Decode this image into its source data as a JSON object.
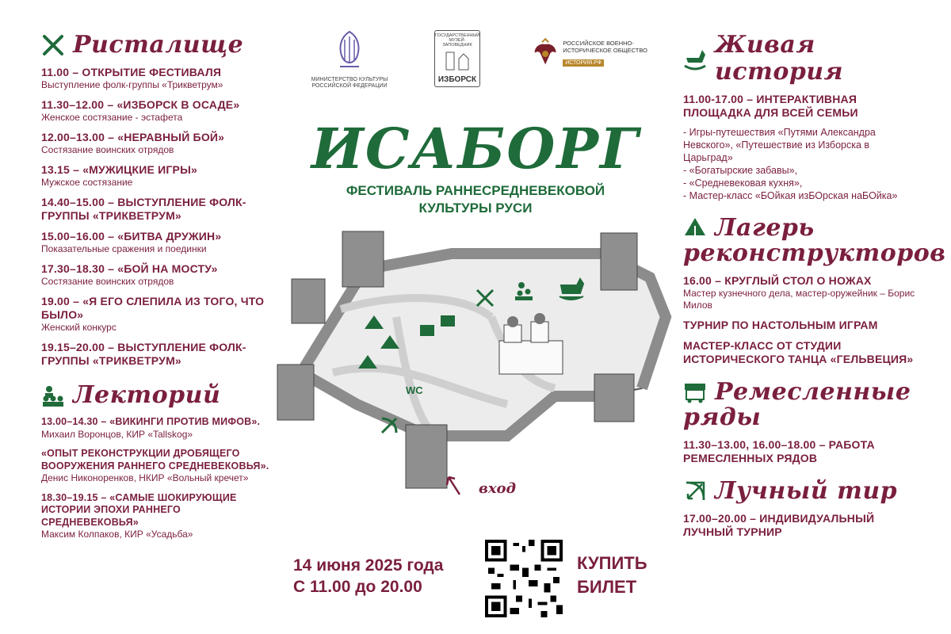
{
  "colors": {
    "maroon": "#7a1f3d",
    "green": "#1f6b3a",
    "stone": "#8c8c8c"
  },
  "left": {
    "ristalishche": {
      "title": "Ристалище",
      "icon": "crossed-swords-icon",
      "events": [
        {
          "h": "11.00 – ОТКРЫТИЕ ФЕСТИВАЛЯ",
          "s": "Выступление фолк-группы «Трикветрум»"
        },
        {
          "h": "11.30–12.00 – «ИЗБОРСК В ОСАДЕ»",
          "s": "Женское состязание - эстафета"
        },
        {
          "h": "12.00–13.00 – «НЕРАВНЫЙ БОЙ»",
          "s": "Состязание воинских отрядов"
        },
        {
          "h": "13.15 – «МУЖИЦКИЕ ИГРЫ»",
          "s": "Мужское состязание"
        },
        {
          "h": "14.40–15.00 – ВЫСТУПЛЕНИЕ ФОЛК-ГРУППЫ «ТРИКВЕТРУМ»",
          "s": ""
        },
        {
          "h": "15.00–16.00 – «БИТВА ДРУЖИН»",
          "s": "Показательные сражения и поединки"
        },
        {
          "h": "17.30–18.30 – «БОЙ НА МОСТУ»",
          "s": "Состязание воинских отрядов"
        },
        {
          "h": "19.00 – «Я ЕГО СЛЕПИЛА ИЗ ТОГО, ЧТО БЫЛО»",
          "s": "Женский конкурс"
        },
        {
          "h": "19.15–20.00 – ВЫСТУПЛЕНИЕ ФОЛК-ГРУППЫ «ТРИКВЕТРУМ»",
          "s": ""
        }
      ]
    },
    "lektoriy": {
      "title": "Лекторий",
      "icon": "audience-icon",
      "events": [
        {
          "h": "13.00–14.30 – «ВИКИНГИ ПРОТИВ МИФОВ».",
          "s": " Михаил Воронцов,  КИР «Tallskog»"
        },
        {
          "h": "«ОПЫТ РЕКОНСТРУКЦИИ ДРОБЯЩЕГО ВООРУЖЕНИЯ РАННЕГО СРЕДНЕВЕКОВЬЯ».",
          "s": " Денис Никоноренков, НКИР «Вольный кречет»"
        },
        {
          "h": "18.30–19.15 – «САМЫЕ ШОКИРУЮЩИЕ ИСТОРИИ ЭПОХИ РАННЕГО СРЕДНЕВЕКОВЬЯ»",
          "s": " Максим Колпаков, КИР «Усадьба»"
        }
      ]
    }
  },
  "right": {
    "zhivaya": {
      "title": "Живая история",
      "icon": "rocking-horse-icon",
      "main": "11.00-17.00 – ИНТЕРАКТИВНАЯ ПЛОЩАДКА ДЛЯ ВСЕЙ СЕМЬИ",
      "list": [
        "- Игры-путешествия «Путями Александра Невского», «Путешествие из Изборска в Царьград»",
        "- «Богатырские забавы»,",
        "- «Средневековая кухня»,",
        "- Мастер-класс «БОйкая изБОрская наБОйка»"
      ]
    },
    "lager": {
      "title1": "Лагерь",
      "title2": "реконструкторов",
      "icon": "tent-icon",
      "ev1_h": "16.00 – КРУГЛЫЙ СТОЛ О НОЖАХ",
      "ev1_s": "Мастер кузнечного дела, мастер-оружейник – Борис Милов",
      "ev2_h": "ТУРНИР ПО НАСТОЛЬНЫМ ИГРАМ",
      "ev3_h": "МАСТЕР-КЛАСС ОТ СТУДИИ ИСТОРИЧЕСКОГО ТАНЦА «ГЕЛЬВЕЦИЯ»"
    },
    "remeslo": {
      "title1": "Ремесленные",
      "title2": "ряды",
      "icon": "market-stall-icon",
      "ev_h": "11.30–13.00, 16.00–18.00 – РАБОТА РЕМЕСЛЕННЫХ РЯДОВ"
    },
    "tir": {
      "title": "Лучный тир",
      "icon": "bow-arrow-icon",
      "ev_h": "17.00–20.00 – ИНДИВИДУАЛЬНЫЙ ЛУЧНЫЙ ТУРНИР"
    }
  },
  "logos": {
    "ministry": "МИНИСТЕРСТВО КУЛЬТУРЫ РОССИЙСКОЙ ФЕДЕРАЦИИ",
    "museum_top": "Государственный музей-заповедник",
    "museum_name": "ИЗБОРСК",
    "rvio": "РОССИЙСКОЕ ВОЕННО-ИСТОРИЧЕСКОЕ ОБЩЕСТВО",
    "rvio_badge": "ИСТОРИЯ.РФ"
  },
  "festival": {
    "name": "ИСАБОРГ",
    "subtitle1": "ФЕСТИВАЛЬ РАННЕСРЕДНЕВЕКОВОЙ",
    "subtitle2": "КУЛЬТУРЫ РУСИ"
  },
  "map": {
    "wc": "WC",
    "entrance": "вход"
  },
  "date": {
    "line1": "14 июня 2025 года",
    "line2": "С 11.00 до 20.00"
  },
  "buy": {
    "line1": "КУПИТЬ",
    "line2": "БИЛЕТ"
  }
}
